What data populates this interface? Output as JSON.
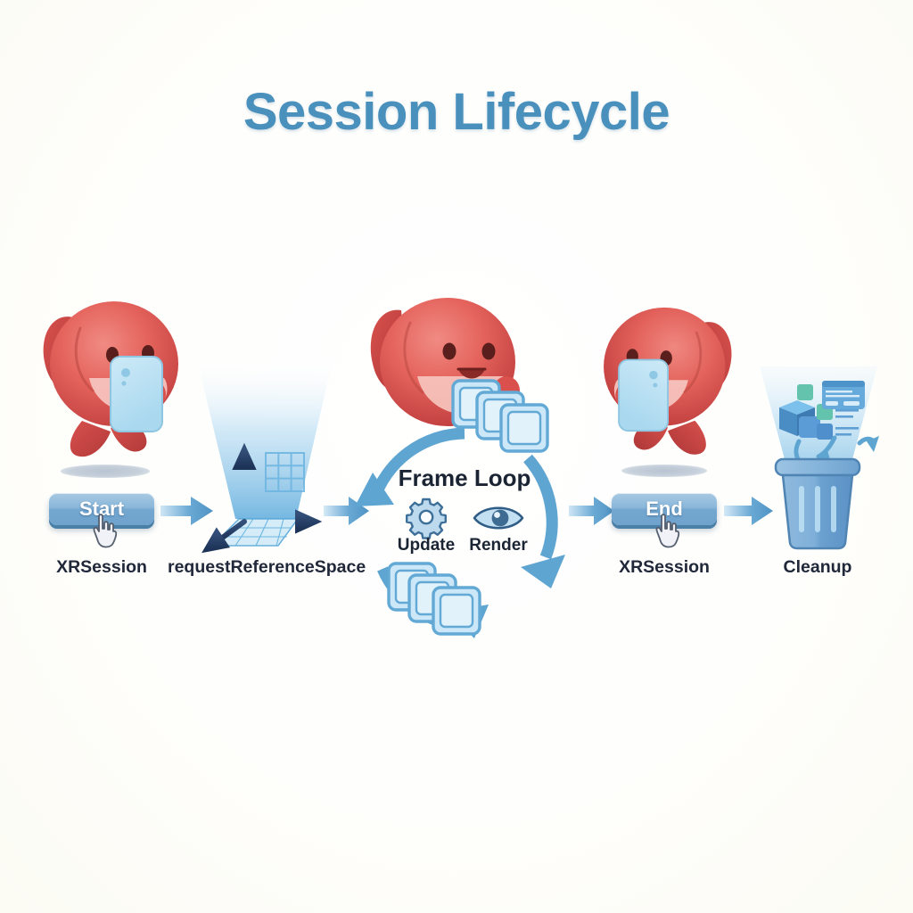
{
  "page": {
    "title": "Session Lifecycle",
    "background_color": "#fdfdfa",
    "title_color": "#4a90bc",
    "accent_blue": "#5aa0d0",
    "label_color": "#20283a",
    "character_color": "#e0544f"
  },
  "diagram": {
    "type": "flow",
    "steps": [
      {
        "id": "start",
        "button_label": "Start",
        "label": "XRSession",
        "icon": "cursor-hand-icon"
      },
      {
        "id": "reference-space",
        "button_label": "",
        "label": "requestReferenceSpace",
        "icon": "coordinate-axes-icon"
      },
      {
        "id": "frame-loop",
        "button_label": "",
        "label": "Frame Loop",
        "icon": "circular-loop-icon"
      },
      {
        "id": "end",
        "button_label": "End",
        "label": "XRSession",
        "icon": "cursor-hand-icon"
      },
      {
        "id": "cleanup",
        "button_label": "",
        "label": "Cleanup",
        "icon": "trash-can-icon"
      }
    ],
    "frame_loop": {
      "title": "Frame Loop",
      "items": [
        {
          "label": "Update",
          "icon": "gear-icon"
        },
        {
          "label": "Render",
          "icon": "eye-icon"
        }
      ]
    },
    "arrows": [
      {
        "from": "start",
        "to": "reference-space",
        "direction": "right"
      },
      {
        "from": "reference-space",
        "to": "frame-loop",
        "direction": "right"
      },
      {
        "from": "frame-loop",
        "to": "end",
        "direction": "right"
      },
      {
        "from": "end",
        "to": "cleanup",
        "direction": "right"
      }
    ],
    "characters": [
      {
        "id": "char-start",
        "holding": "smartphone-icon",
        "facing": "right"
      },
      {
        "id": "char-loop",
        "holding": "frame-stack-icon",
        "facing": "right"
      },
      {
        "id": "char-end",
        "holding": "smartphone-icon",
        "facing": "left"
      }
    ]
  }
}
